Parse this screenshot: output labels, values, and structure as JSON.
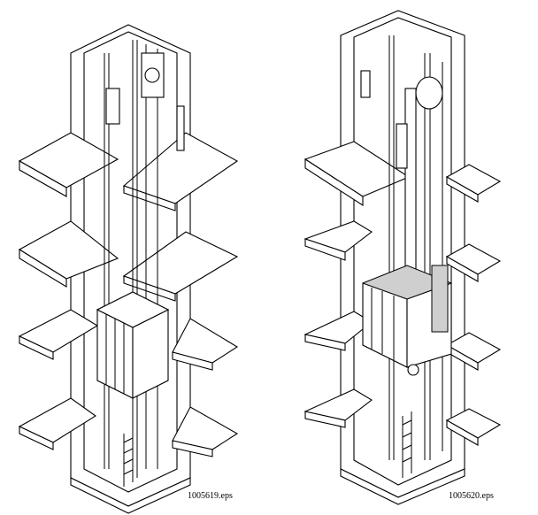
{
  "figures": [
    {
      "name": "elevator-shaft-left",
      "label": "1005619.eps"
    },
    {
      "name": "elevator-shaft-right",
      "label": "1005620.eps"
    }
  ]
}
